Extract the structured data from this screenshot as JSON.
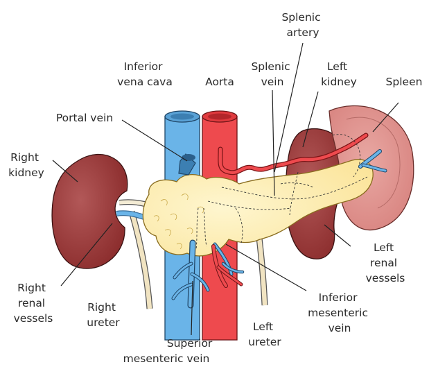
{
  "labels": {
    "splenic_artery": [
      "Splenic",
      "artery"
    ],
    "inferior_vena_cava": [
      "Inferior",
      "vena cava"
    ],
    "aorta": [
      "Aorta"
    ],
    "splenic_vein": [
      "Splenic",
      "vein"
    ],
    "left_kidney": [
      "Left",
      "kidney"
    ],
    "spleen": [
      "Spleen"
    ],
    "portal_vein": [
      "Portal vein"
    ],
    "right_kidney": [
      "Right",
      "kidney"
    ],
    "left_renal_vessels": [
      "Left",
      "renal",
      "vessels"
    ],
    "right_renal_vessels": [
      "Right",
      "renal",
      "vessels"
    ],
    "right_ureter": [
      "Right",
      "ureter"
    ],
    "inferior_mesenteric_vein": [
      "Inferior",
      "mesenteric",
      "vein"
    ],
    "left_ureter": [
      "Left",
      "ureter"
    ],
    "superior_mesenteric_vein": [
      "Superior",
      "mesenteric vein"
    ]
  },
  "colors": {
    "vein_blue": "#6ab4e8",
    "artery_red": "#ee4a4e",
    "kidney": "#8e2e2e",
    "spleen": "#d98a86",
    "pancreas": "#fbe9a4",
    "ureter": "#f1e4c2"
  }
}
